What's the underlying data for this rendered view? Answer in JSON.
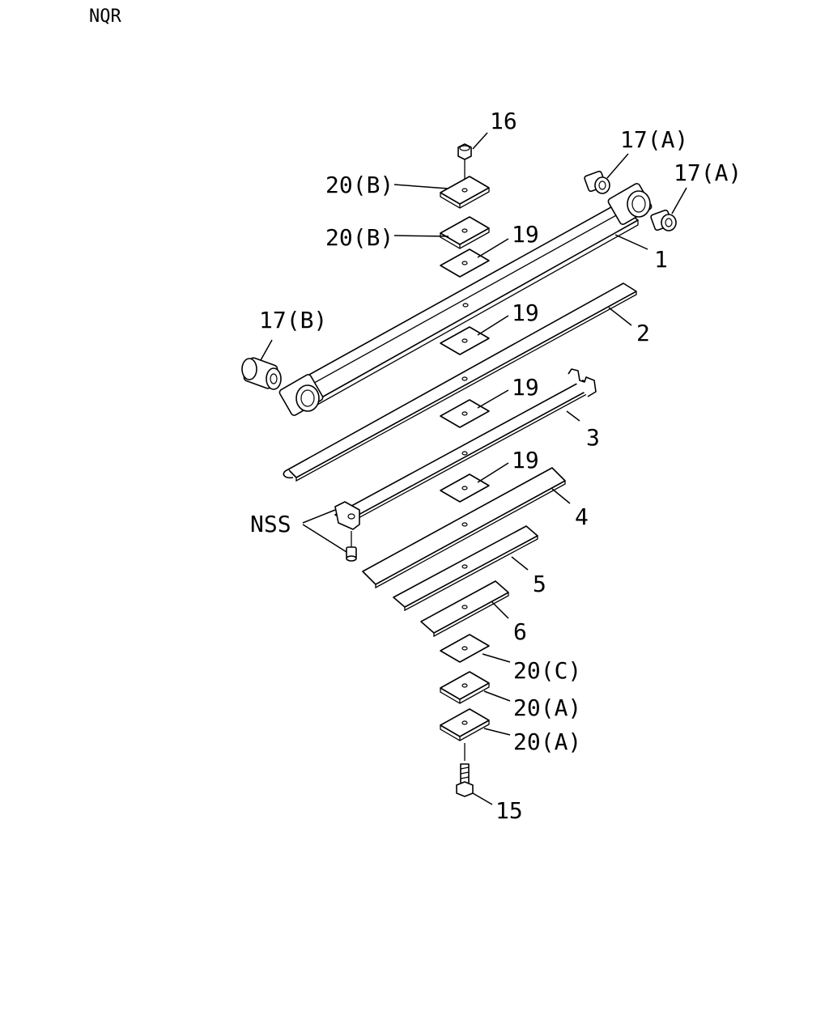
{
  "model": "NQR",
  "callouts": {
    "p16": "16",
    "p17a_upper": "17(A)",
    "p17a_right": "17(A)",
    "p20b_top": "20(B)",
    "p20b_second": "20(B)",
    "p19_a": "19",
    "p19_b": "19",
    "p19_c": "19",
    "p19_d": "19",
    "p1": "1",
    "p2": "2",
    "p3": "3",
    "p4": "4",
    "p5": "5",
    "p6": "6",
    "p17b": "17(B)",
    "nss": "NSS",
    "p20c": "20(C)",
    "p20a_upper": "20(A)",
    "p20a_lower": "20(A)",
    "p15": "15"
  }
}
